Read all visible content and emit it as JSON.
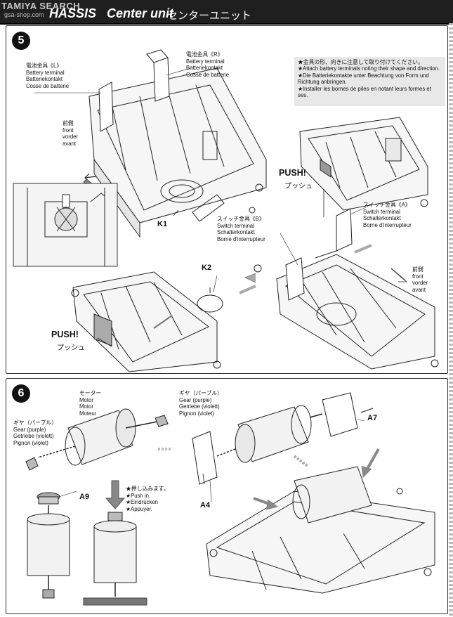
{
  "header": {
    "watermark": "TAMIYA SEARCH",
    "watermark_site": "gsa-shop.com",
    "chassis": "HASSIS",
    "center_unit": "Center unit",
    "center_unit_jp": "センターユニット",
    "bg_color": "#1f1f1f"
  },
  "step5": {
    "number": "5",
    "battery_l": {
      "jp": "電池金具《L》",
      "en": "Battery terminal",
      "de": "Batteriekontakt",
      "fr": "Cosse de batterie"
    },
    "battery_r": {
      "jp": "電池金具《R》",
      "en": "Battery terminal",
      "de": "Batteriekontakt",
      "fr": "Cosse de batterie"
    },
    "front_1": {
      "jp": "前側",
      "en": "front",
      "de": "vorder",
      "fr": "avant"
    },
    "front_2": {
      "jp": "前側",
      "en": "front",
      "de": "vorder",
      "fr": "avant"
    },
    "note": {
      "jp": "★金具の形、向きに注意して取り付けてください。",
      "en": "★Attach battery terminals noting their shape and direction.",
      "de": "★Die Batteriekontakte unter Beachtung von Form und Richtung anbringen.",
      "fr": "★Installer les bornes de piles en notant leurs formes et ses."
    },
    "push_1": {
      "en": "PUSH!",
      "jp": "プッシュ"
    },
    "push_2": {
      "en": "PUSH!",
      "jp": "プッシュ"
    },
    "k1": "K1",
    "k2": "K2",
    "switch_a": {
      "jp": "スイッチ金具《A》",
      "en": "Switch terminal",
      "de": "Schalterkontakt",
      "fr": "Borne d'interrupteur"
    },
    "switch_b": {
      "jp": "スイッチ金具《B》",
      "en": "Switch terminal",
      "de": "Schalterkontakt",
      "fr": "Borne d'interrupteur"
    }
  },
  "step6": {
    "number": "6",
    "motor": {
      "jp": "モーター",
      "en": "Motor",
      "de": "Motor",
      "fr": "Moteur"
    },
    "gear_right": {
      "jp": "ギヤ（パープル）",
      "en": "Gear (purple)",
      "de": "Getriebe (violett)",
      "fr": "Pignon (violet)"
    },
    "gear_left": {
      "jp": "ギヤ（パープル）",
      "en": "Gear (purple)",
      "de": "Getriebe (violett)",
      "fr": "Pignon (violet)"
    },
    "push_in": {
      "jp": "★押し込みます。",
      "en": "★Push in.",
      "de": "★Eindrücken",
      "fr": "★Appuyer."
    },
    "a9": "A9",
    "a7": "A7",
    "a4": "A4"
  }
}
